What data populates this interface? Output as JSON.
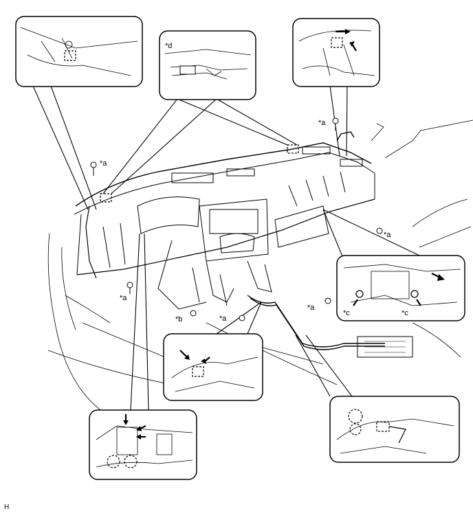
{
  "callouts": {
    "a": "*a",
    "b": "*b",
    "c": "*c",
    "d": "*d"
  },
  "figure_code": "H",
  "colors": {
    "line": "#000000",
    "fill": "#ffffff"
  }
}
